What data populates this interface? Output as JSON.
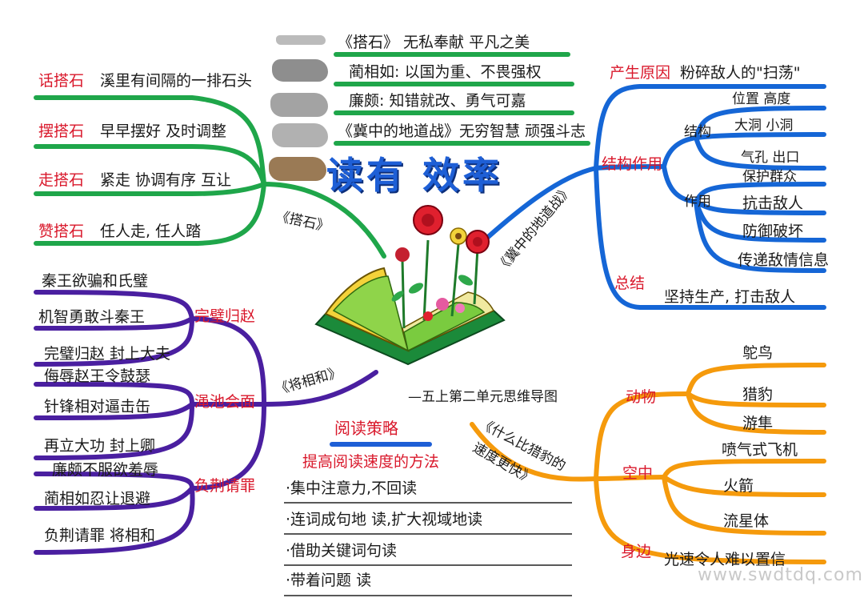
{
  "center": {
    "title": "读有 效率",
    "subtitle": "—五上第二单元思维导图"
  },
  "top_notes": {
    "lines": [
      "《搭石》 无私奉献  平凡之美",
      "蔺相如: 以国为重、不畏强权",
      "廉颇: 知错就改、勇气可嘉",
      "《冀中的地道战》无穷智慧  顽强斗志"
    ]
  },
  "branch_dashi": {
    "label": "《搭石》",
    "items": [
      {
        "key": "话搭石",
        "text": "溪里有间隔的一排石头"
      },
      {
        "key": "摆搭石",
        "text": "早早摆好  及时调整"
      },
      {
        "key": "走搭石",
        "text": "紧走 协调有序  互让"
      },
      {
        "key": "赞搭石",
        "text": "任人走, 任人踏"
      }
    ]
  },
  "branch_jiangxianghe": {
    "label": "《将相和》",
    "groups": [
      {
        "key": "完璧归赵",
        "items": [
          "秦王欲骗和氏璧",
          "机智勇敢斗秦王",
          "完璧归赵 封上大夫"
        ]
      },
      {
        "key": "渑池会面",
        "items": [
          "侮辱赵王令鼓瑟",
          "针锋相对逼击缶",
          "再立大功 封上卿"
        ]
      },
      {
        "key": "负荆请罪",
        "items": [
          "廉颇不服欲羞辱",
          "蔺相如忍让退避",
          "负荆请罪 将相和"
        ]
      }
    ]
  },
  "branch_didaozhan": {
    "label": "《冀中的地道战》",
    "cause": {
      "key": "产生原因",
      "text": "粉碎敌人的\"扫荡\""
    },
    "structure_function": {
      "key": "结构作用",
      "structure": {
        "key": "结构",
        "items": [
          "位置 高度",
          "大洞  小洞",
          "气孔  出口"
        ]
      },
      "function": {
        "key": "作用",
        "items": [
          "保护群众",
          "抗击敌人",
          "防御破坏",
          "传递敌情信息"
        ]
      }
    },
    "summary": {
      "key": "总结",
      "text": "坚持生产, 打击敌人"
    }
  },
  "branch_liebao": {
    "label_line1": "《什么比猎豹的",
    "label_line2": "速度更快》",
    "groups": [
      {
        "key": "动物",
        "items": [
          "鸵鸟",
          "猎豹",
          "游隼"
        ]
      },
      {
        "key": "空中",
        "items": [
          "喷气式飞机",
          "火箭",
          "流星体"
        ]
      },
      {
        "key": "身边",
        "items": [
          "光速令人难以置信"
        ]
      }
    ]
  },
  "strategy": {
    "title": "阅读策略",
    "subtitle": "提高阅读速度的方法",
    "items": [
      "·集中注意力,不回读",
      "·连词成句地 读,扩大视域地读",
      "·借助关键词句读",
      "·带着问题 读"
    ]
  },
  "watermark": "www.swdtdq.com",
  "colors": {
    "green": "#1fa64a",
    "purple": "#4a1fa0",
    "blue": "#1566d6",
    "orange": "#f59a0c",
    "red": "#d9182b",
    "title_blue": "#1e5fd6"
  }
}
